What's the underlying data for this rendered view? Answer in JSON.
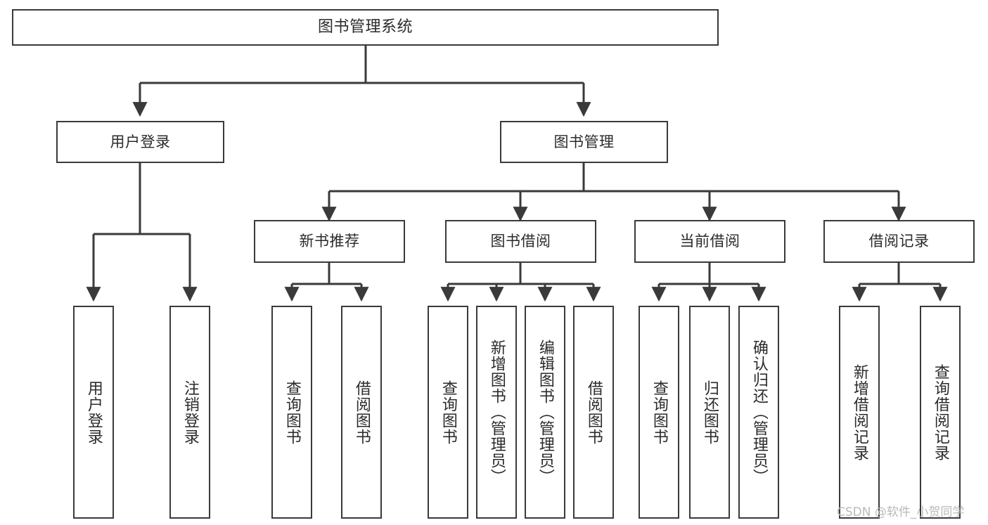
{
  "diagram": {
    "title": "图书管理系统",
    "type": "hierarchy-tree",
    "root": {
      "label": "图书管理系统"
    },
    "level1": [
      {
        "label": "用户登录"
      },
      {
        "label": "图书管理"
      }
    ],
    "level2": [
      {
        "label": "新书推荐"
      },
      {
        "label": "图书借阅"
      },
      {
        "label": "当前借阅"
      },
      {
        "label": "借阅记录"
      }
    ],
    "leaves": {
      "user_login": [
        {
          "label": "用户登录"
        },
        {
          "label": "注销登录"
        }
      ],
      "new_book_recommend": [
        {
          "label": "查询图书"
        },
        {
          "label": "借阅图书"
        }
      ],
      "book_borrow": [
        {
          "label": "查询图书"
        },
        {
          "label": "新增图书（管理员）"
        },
        {
          "label": "编辑图书（管理员）"
        },
        {
          "label": "借阅图书"
        }
      ],
      "current_borrow": [
        {
          "label": "查询图书"
        },
        {
          "label": "归还图书"
        },
        {
          "label": "确认归还（管理员）"
        }
      ],
      "borrow_record": [
        {
          "label": "新增借阅记录"
        },
        {
          "label": "查询借阅记录"
        }
      ]
    }
  },
  "watermark": {
    "text": "CSDN @软件_小贺同学"
  },
  "colors": {
    "box_border": "#3a3a3a",
    "box_fill": "#ffffff",
    "text": "#2b2b2b",
    "connector": "#3a3a3a",
    "watermark": "#b9b9b9",
    "background": "#ffffff"
  }
}
